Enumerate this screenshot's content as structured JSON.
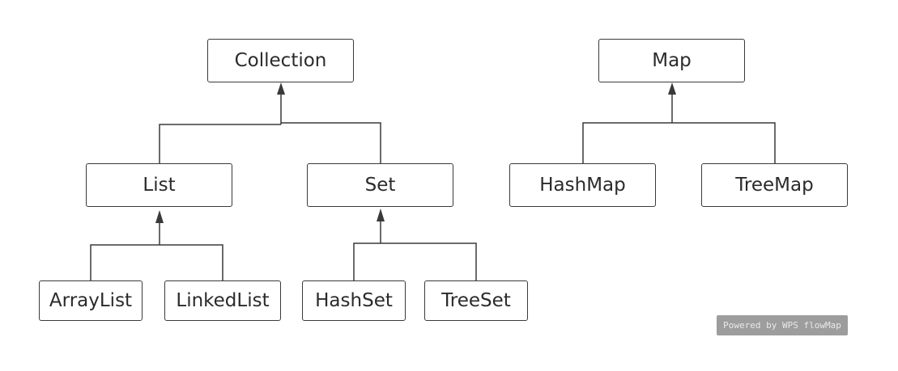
{
  "nodes": {
    "collection": "Collection",
    "map": "Map",
    "list": "List",
    "set": "Set",
    "hashmap": "HashMap",
    "treemap": "TreeMap",
    "arraylist": "ArrayList",
    "linkedlist": "LinkedList",
    "hashset": "HashSet",
    "treeset": "TreeSet"
  },
  "edges": [
    {
      "child": "list",
      "parent": "collection"
    },
    {
      "child": "set",
      "parent": "collection"
    },
    {
      "child": "hashmap",
      "parent": "map"
    },
    {
      "child": "treemap",
      "parent": "map"
    },
    {
      "child": "arraylist",
      "parent": "list"
    },
    {
      "child": "linkedlist",
      "parent": "list"
    },
    {
      "child": "hashset",
      "parent": "set"
    },
    {
      "child": "treeset",
      "parent": "set"
    }
  ],
  "watermark": "Powered by WPS flowMap",
  "colors": {
    "stroke": "#3a3a3a",
    "text": "#2b2b2b",
    "watermark_bg": "#9d9d9d",
    "watermark_text": "#e9e9e9"
  }
}
